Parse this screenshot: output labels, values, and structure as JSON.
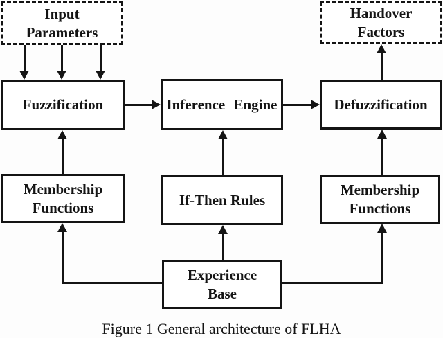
{
  "figure": {
    "caption": "Figure 1 General architecture of FLHA",
    "colors": {
      "line": "#141414",
      "background": "#ffffff"
    },
    "nodes": {
      "input_parameters": {
        "lines": [
          "Input",
          "Parameters"
        ],
        "border": "dashed"
      },
      "handover_factors": {
        "lines": [
          "Handover",
          "Factors"
        ],
        "border": "dashed"
      },
      "fuzzification": {
        "label": "Fuzzification",
        "border": "solid"
      },
      "inference_engine": {
        "label": "Inference Engine",
        "border": "solid"
      },
      "defuzzification": {
        "label": "Defuzzification",
        "border": "solid"
      },
      "membership_functions_left": {
        "lines": [
          "Membership",
          "Functions"
        ],
        "border": "solid"
      },
      "if_then_rules": {
        "label": "If-Then Rules",
        "border": "solid"
      },
      "membership_functions_right": {
        "lines": [
          "Membership",
          "Functions"
        ],
        "border": "solid"
      },
      "experience_base": {
        "lines": [
          "Experience",
          "Base"
        ],
        "border": "solid"
      }
    },
    "edges": [
      {
        "from": "input_parameters",
        "to": "fuzzification",
        "arrows": 3,
        "direction": "down"
      },
      {
        "from": "fuzzification",
        "to": "inference_engine",
        "direction": "right"
      },
      {
        "from": "inference_engine",
        "to": "defuzzification",
        "direction": "right"
      },
      {
        "from": "defuzzification",
        "to": "handover_factors",
        "direction": "up"
      },
      {
        "from": "membership_functions_left",
        "to": "fuzzification",
        "direction": "up"
      },
      {
        "from": "if_then_rules",
        "to": "inference_engine",
        "direction": "up"
      },
      {
        "from": "membership_functions_right",
        "to": "defuzzification",
        "direction": "up"
      },
      {
        "from": "experience_base",
        "to": "if_then_rules",
        "direction": "up"
      },
      {
        "from": "experience_base",
        "to": "membership_functions_left",
        "direction": "elbow-left-up"
      },
      {
        "from": "experience_base",
        "to": "membership_functions_right",
        "direction": "elbow-right-up"
      }
    ]
  }
}
